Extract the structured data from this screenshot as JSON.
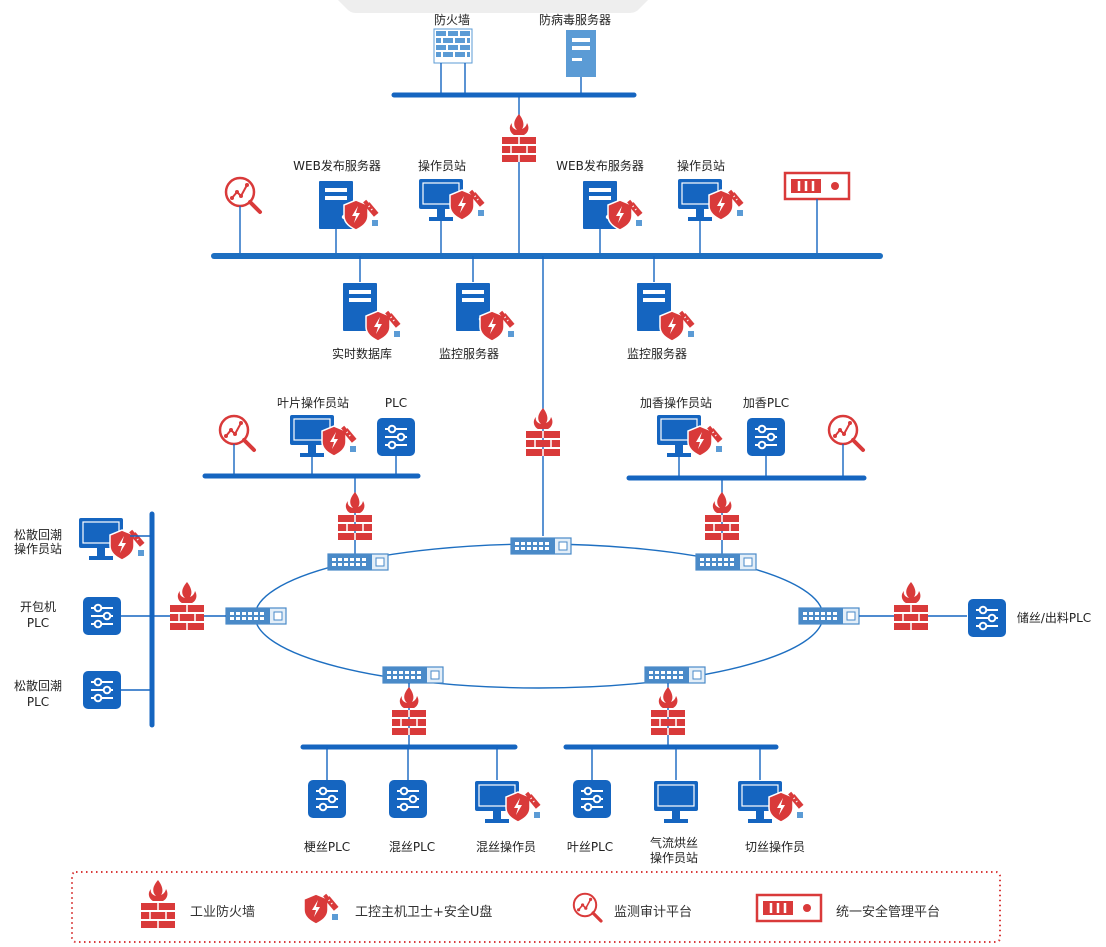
{
  "labels": {
    "firewall_top": "防火墙",
    "antivirus_server": "防病毒服务器",
    "web_server_1": "WEB发布服务器",
    "operator_1": "操作员站",
    "web_server_2": "WEB发布服务器",
    "operator_2": "操作员站",
    "realtime_db": "实时数据库",
    "monitor_server_1": "监控服务器",
    "monitor_server_2": "监控服务器",
    "leaf_operator": "叶片操作员站",
    "leaf_plc": "PLC",
    "flavor_operator": "加香操作员站",
    "flavor_plc": "加香PLC",
    "loose_operator_l1": "松散回潮",
    "loose_operator_l2": "操作员站",
    "unpack_plc_l1": "开包机",
    "unpack_plc_l2": "PLC",
    "loose_plc_l1": "松散回潮",
    "loose_plc_l2": "PLC",
    "storage_plc": "储丝/出料PLC",
    "stem_plc": "梗丝PLC",
    "blend_plc": "混丝PLC",
    "blend_operator": "混丝操作员",
    "cut_plc": "叶丝PLC",
    "airflow_l1": "气流烘丝",
    "airflow_l2": "操作员站",
    "cut_operator": "切丝操作员"
  },
  "legend": {
    "industrial_firewall": "工业防火墙",
    "host_guard": "工控主机卫士+安全U盘",
    "audit_platform": "监测审计平台",
    "unified_platform": "统一安全管理平台"
  },
  "colors": {
    "blue": "#1565c0",
    "red": "#d93a3a",
    "legend_border": "#d93a3a"
  }
}
